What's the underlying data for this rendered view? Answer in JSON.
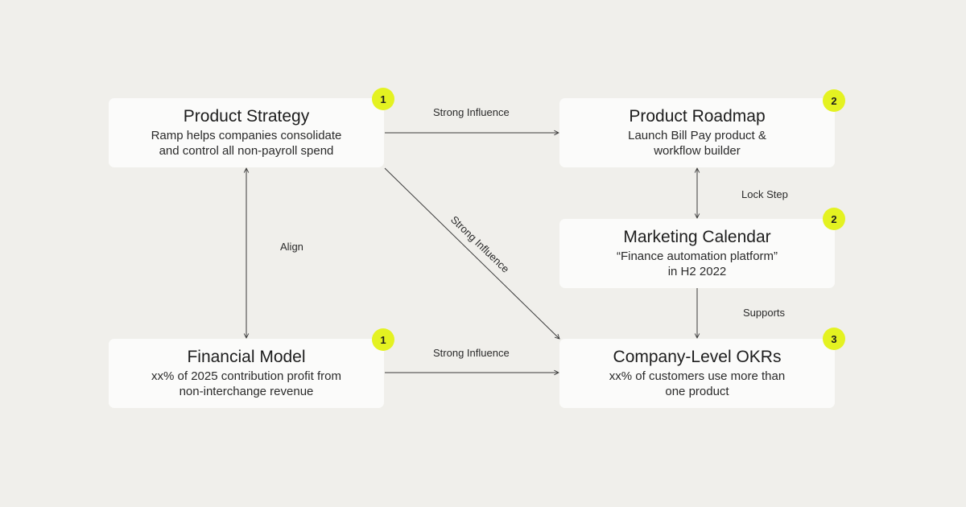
{
  "nodes": {
    "product_strategy": {
      "title": "Product Strategy",
      "lines": [
        "Ramp helps companies consolidate",
        "and control all non-payroll spend"
      ],
      "badge": "1"
    },
    "financial_model": {
      "title": "Financial Model",
      "lines": [
        "xx% of 2025 contribution profit from",
        "non-interchange revenue"
      ],
      "badge": "1"
    },
    "product_roadmap": {
      "title": "Product Roadmap",
      "lines": [
        "Launch Bill Pay product &",
        "workflow builder"
      ],
      "badge": "2"
    },
    "marketing_calendar": {
      "title": "Marketing Calendar",
      "lines": [
        "“Finance automation platform”",
        "in H2 2022"
      ],
      "badge": "2"
    },
    "company_okrs": {
      "title": "Company-Level OKRs",
      "lines": [
        "xx% of customers use more than",
        "one product"
      ],
      "badge": "3"
    }
  },
  "edges": {
    "strategy_to_roadmap": "Strong Influence",
    "strategy_to_okrs": "Strong Influence",
    "financial_to_okrs": "Strong Influence",
    "strategy_financial": "Align",
    "roadmap_marketing": "Lock Step",
    "marketing_to_okrs": "Supports"
  },
  "colors": {
    "background": "#f0efeb",
    "card": "#fbfbfa",
    "badge": "#e4f221",
    "line": "#3a3a3a"
  }
}
